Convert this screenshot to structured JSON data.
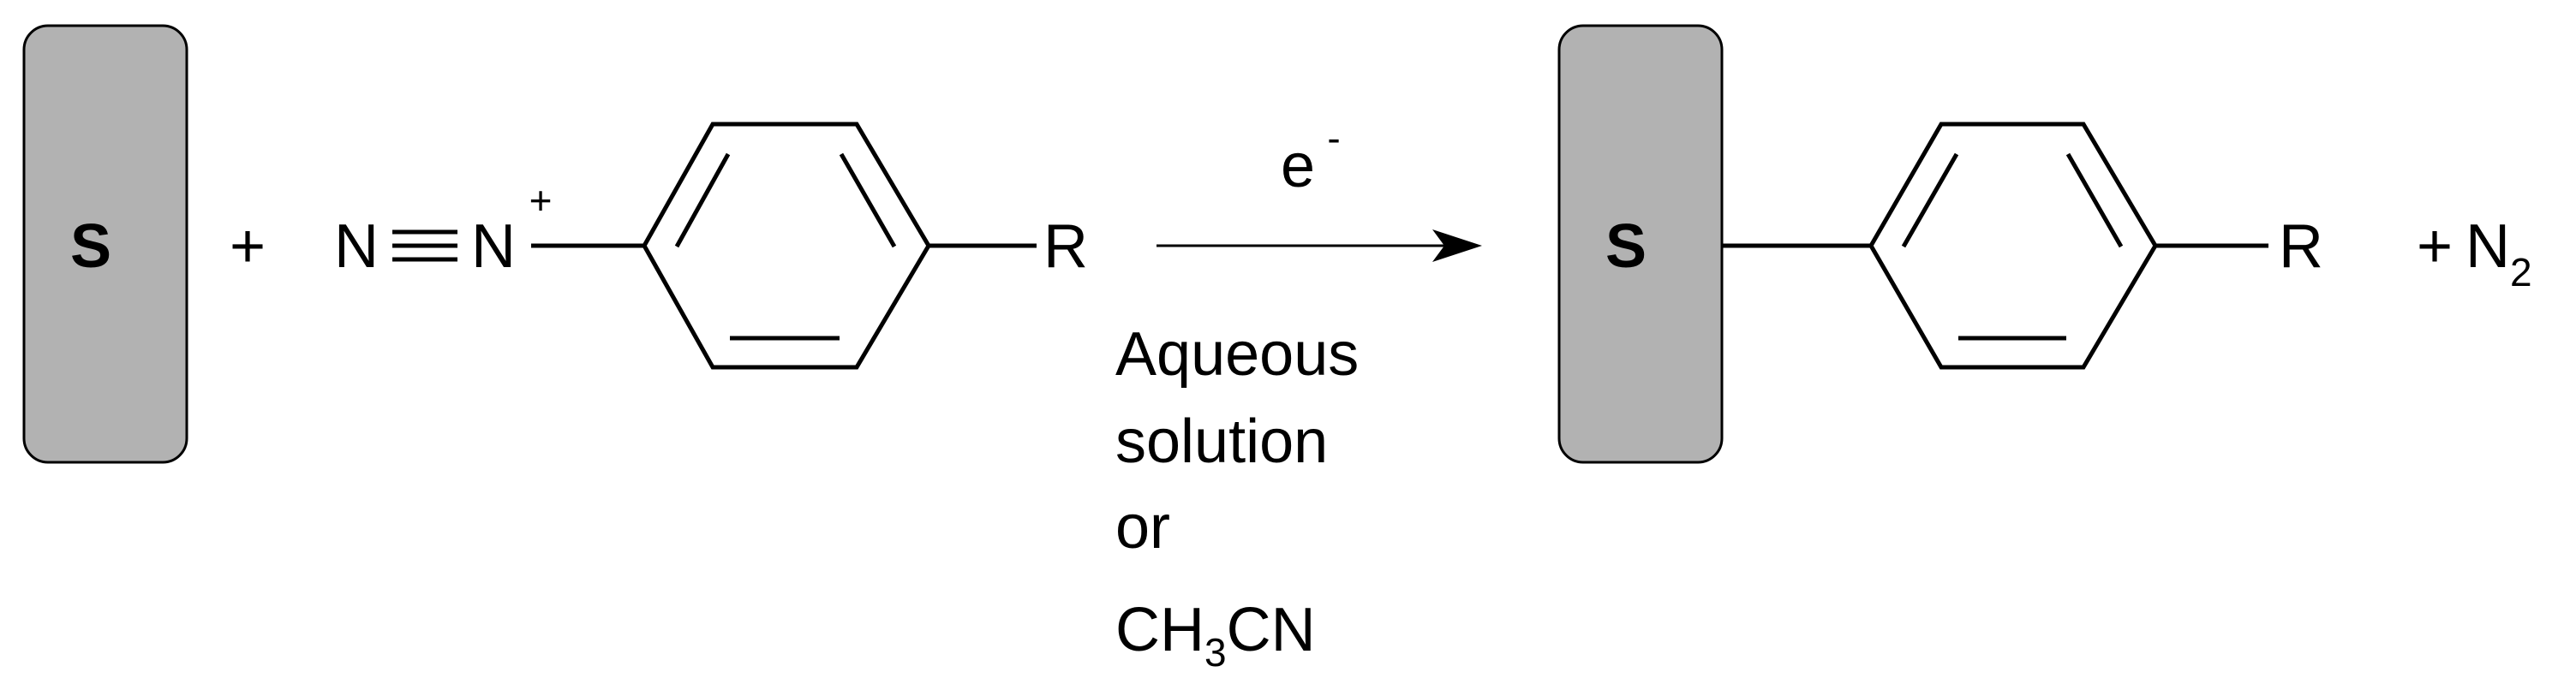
{
  "reactants": {
    "surface_label": "S",
    "plus": "+",
    "diazonium": {
      "n1": "N",
      "n2": "N",
      "charge": "+",
      "substituent": "R"
    }
  },
  "conditions": {
    "above_arrow": "e",
    "above_arrow_superscript": "-",
    "solvent_line1": "Aqueous",
    "solvent_line2": "solution",
    "solvent_line3": "or",
    "solvent_line4_ch": "CH",
    "solvent_line4_sub": "3",
    "solvent_line4_cn": "CN"
  },
  "products": {
    "surface_label": "S",
    "substituent": "R",
    "plus": "+",
    "byproduct": "N",
    "byproduct_subscript": "2"
  },
  "colors": {
    "surface_fill": "#b2b2b2",
    "line": "#000000"
  }
}
